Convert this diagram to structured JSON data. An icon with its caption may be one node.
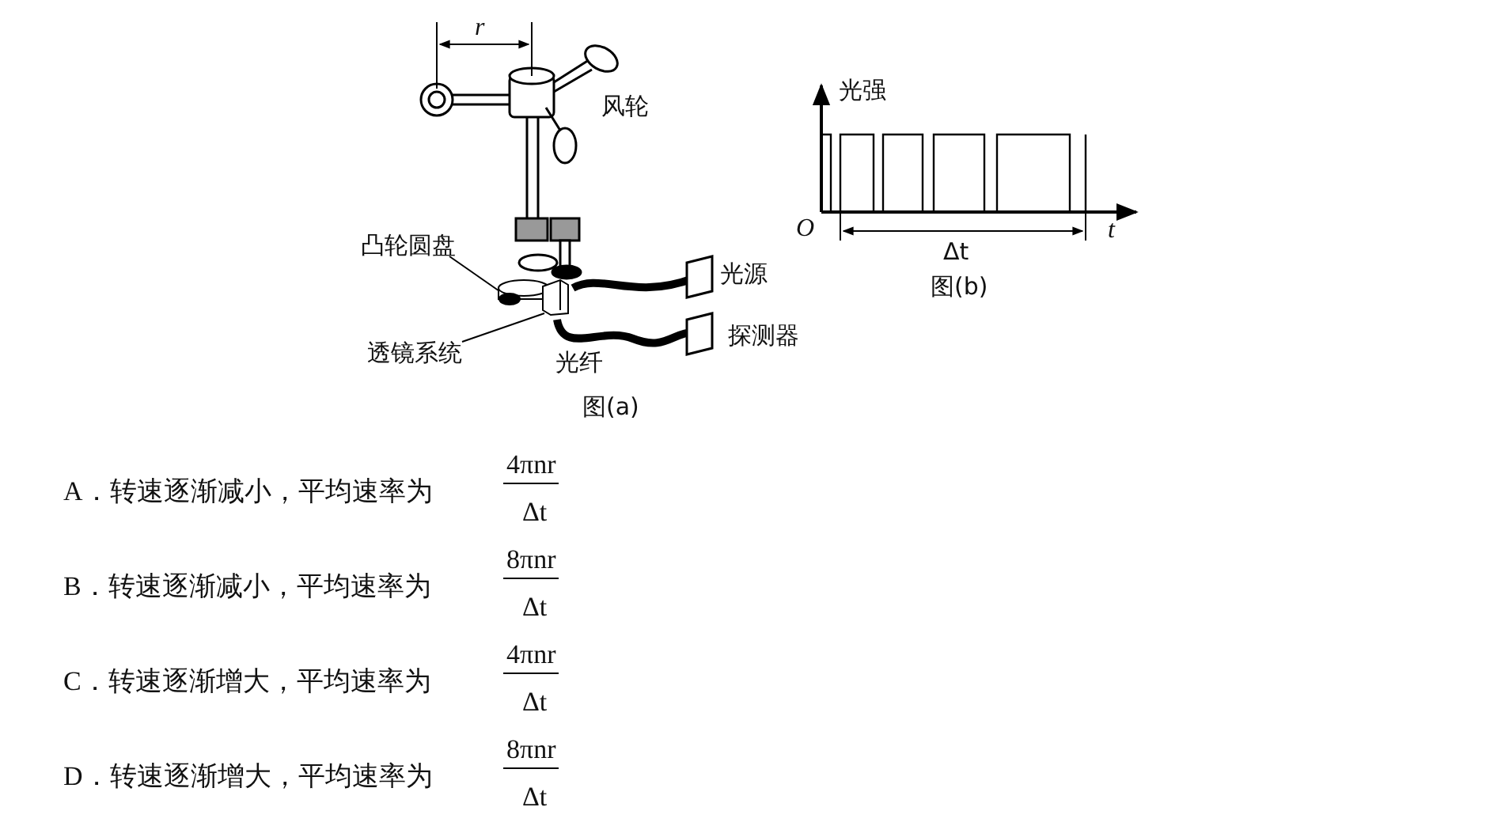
{
  "diagram": {
    "nodes": [
      {
        "text": [
          "凸轮圆盘"
        ]
      },
      {
        "text": [],
        "shape": "circle"
      },
      {
        "text": [
          "透镜系统"
        ]
      },
      {
        "text": [],
        "shape": "box"
      }
    ],
    "edges": [
      {
        "from": 0,
        "to": 1,
        "arrow": "none"
      },
      {
        "from": 2,
        "to": 3,
        "arrow": "none"
      }
    ],
    "labels": [
      "r",
      "风轮",
      "光源",
      "探测器",
      "光纤",
      "图(a)",
      "光强",
      "O",
      "t",
      "Δt",
      "图(b)",
      "A．转速逐渐减小，平均速率为",
      "4πnr",
      "Δt",
      "B．转速逐渐减小，平均速率为",
      "8πnr",
      "Δt",
      "C．转速逐渐增大，平均速率为",
      "4πnr",
      "Δt",
      "D．转速逐渐增大，平均速率为",
      "8πnr",
      "Δt"
    ]
  }
}
